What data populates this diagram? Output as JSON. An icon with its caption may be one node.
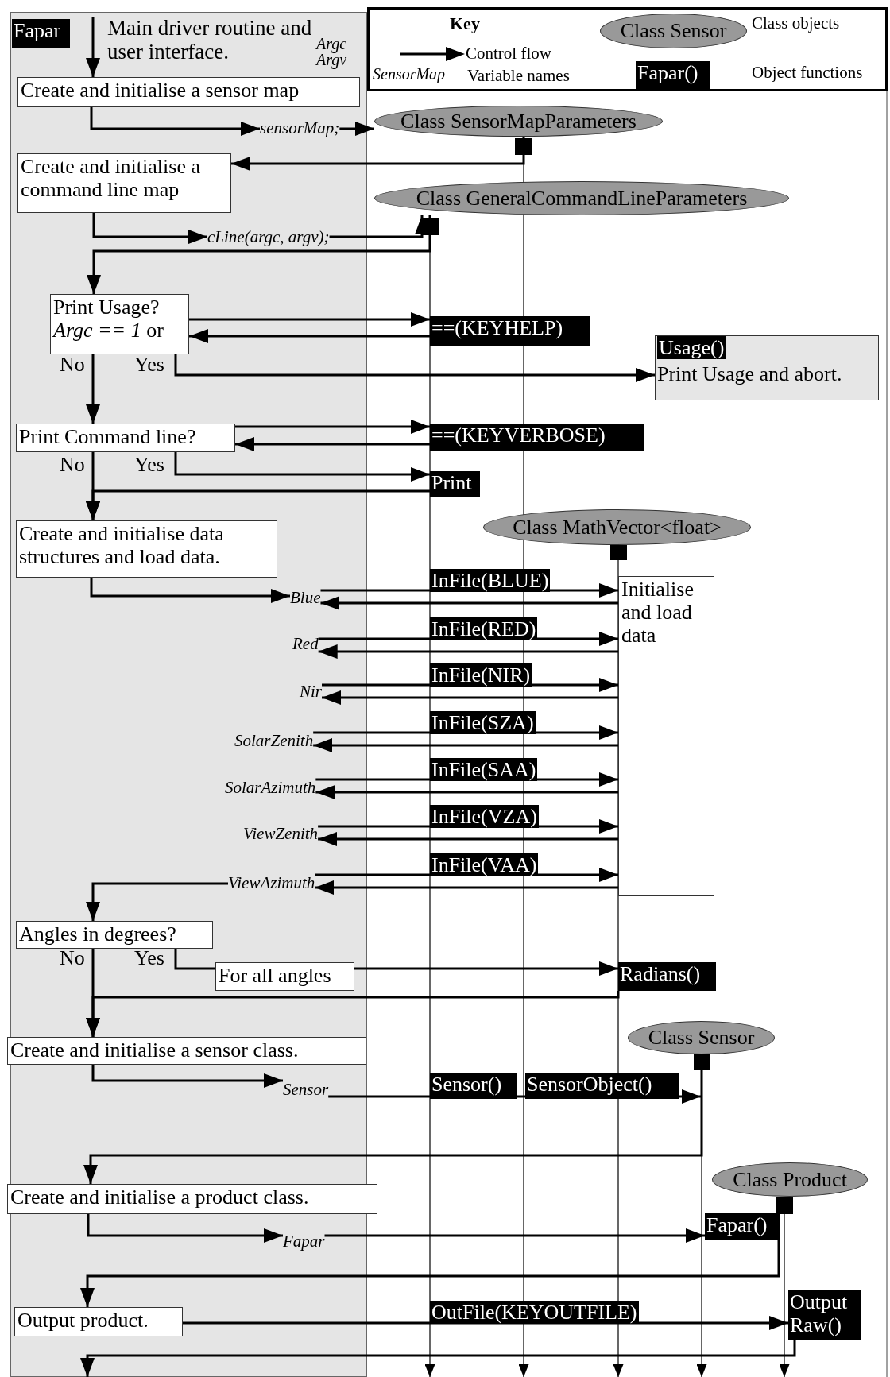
{
  "diagram": {
    "nodes": [
      {
        "text": [
          "Fapar"
        ]
      },
      {
        "text": [
          "Create and initialise a sensor map"
        ]
      },
      {
        "text": [
          "sensorMap;"
        ]
      },
      {
        "text": [
          "Class SensorMapParameters"
        ]
      },
      {
        "text": [
          "Create and initialise a command line map"
        ]
      },
      {
        "text": [
          "cLine(argc, argv);"
        ]
      },
      {
        "text": [
          "Class GeneralCommandLineParameters"
        ]
      },
      {
        "text": [
          "Print Usage?",
          "*Argc == 1* or"
        ]
      },
      {
        "text": [
          "==(KEYHELP)"
        ]
      },
      {
        "text": [
          "Usage()",
          "Print Usage and abort."
        ]
      },
      {
        "text": [
          "Print Command line?"
        ]
      },
      {
        "text": [
          "==(KEYVERBOSE)"
        ]
      },
      {
        "text": [
          "Print"
        ]
      },
      {
        "text": [
          "Create and initialise data structures and load data."
        ]
      },
      {
        "text": [
          "Class MathVector<float>"
        ]
      },
      {
        "text": [
          "Initialise and load data"
        ]
      },
      {
        "text": [
          "Blue"
        ]
      },
      {
        "text": [
          "Red"
        ]
      },
      {
        "text": [
          "Nir"
        ]
      },
      {
        "text": [
          "SolarZenith"
        ]
      },
      {
        "text": [
          "SolarAzimuth"
        ]
      },
      {
        "text": [
          "ViewZenith"
        ]
      },
      {
        "text": [
          "ViewAzimuth"
        ]
      },
      {
        "text": [
          "Angles in degrees?"
        ]
      },
      {
        "text": [
          "For all angles"
        ]
      },
      {
        "text": [
          "Radians()"
        ]
      },
      {
        "text": [
          "Create and initialise a sensor class."
        ]
      },
      {
        "text": [
          "Sensor"
        ]
      },
      {
        "text": [
          "Class Sensor"
        ]
      },
      {
        "text": [
          "Sensor()"
        ]
      },
      {
        "text": [
          "SensorObject()"
        ]
      },
      {
        "text": [
          "Create and initialise a product class."
        ]
      },
      {
        "text": [
          "Fapar"
        ]
      },
      {
        "text": [
          "Class Product"
        ]
      },
      {
        "text": [
          "Fapar()"
        ]
      },
      {
        "text": [
          "Output product."
        ]
      },
      {
        "text": [
          "Output Raw()"
        ]
      },
      {
        "text": [
          "InFile(BLUE)"
        ]
      },
      {
        "text": [
          "InFile(RED)"
        ]
      },
      {
        "text": [
          "InFile(NIR)"
        ]
      },
      {
        "text": [
          "InFile(SZA)"
        ]
      },
      {
        "text": [
          "InFile(SAA)"
        ]
      },
      {
        "text": [
          "InFile(VZA)"
        ]
      },
      {
        "text": [
          "InFile(VAA)"
        ]
      },
      {
        "text": [
          "OutFile(KEYOUTFILE)"
        ]
      },
      {
        "text": [
          "Class Sensor"
        ]
      },
      {
        "text": [
          "Fapar()"
        ]
      }
    ],
    "edges": [
      {
        "from": null,
        "to": 1,
        "arrow": "to"
      },
      {
        "from": 1,
        "to": 2,
        "arrow": "to"
      },
      {
        "from": 2,
        "to": 3,
        "arrow": "to"
      },
      {
        "from": 3,
        "to": 4,
        "arrow": "to"
      },
      {
        "from": 4,
        "to": 5,
        "arrow": "to"
      },
      {
        "from": 5,
        "to": 6,
        "arrow": "to"
      },
      {
        "from": 6,
        "to": 7,
        "arrow": "to"
      },
      {
        "from": 7,
        "to": 8,
        "arrow": "to"
      },
      {
        "from": 8,
        "to": 7,
        "arrow": "to"
      },
      {
        "from": 7,
        "to": 9,
        "arrow": "to"
      },
      {
        "from": 7,
        "to": 10,
        "arrow": "to"
      },
      {
        "from": 10,
        "to": 11,
        "arrow": "to"
      },
      {
        "from": 11,
        "to": 10,
        "arrow": "to"
      },
      {
        "from": 10,
        "to": 12,
        "arrow": "to"
      },
      {
        "from": 12,
        "to": 13,
        "arrow": "to"
      },
      {
        "from": 10,
        "to": 13,
        "arrow": "to"
      },
      {
        "from": 13,
        "to": 16,
        "arrow": "to"
      },
      {
        "from": 16,
        "to": 37,
        "arrow": "none"
      },
      {
        "from": 37,
        "to": 15,
        "arrow": "to"
      },
      {
        "from": 15,
        "to": 16,
        "arrow": "to"
      },
      {
        "from": 17,
        "to": 38,
        "arrow": "none"
      },
      {
        "from": 38,
        "to": 15,
        "arrow": "to"
      },
      {
        "from": 15,
        "to": 17,
        "arrow": "to"
      },
      {
        "from": 18,
        "to": 39,
        "arrow": "none"
      },
      {
        "from": 39,
        "to": 15,
        "arrow": "to"
      },
      {
        "from": 15,
        "to": 18,
        "arrow": "to"
      },
      {
        "from": 19,
        "to": 40,
        "arrow": "none"
      },
      {
        "from": 40,
        "to": 15,
        "arrow": "to"
      },
      {
        "from": 15,
        "to": 19,
        "arrow": "to"
      },
      {
        "from": 20,
        "to": 41,
        "arrow": "none"
      },
      {
        "from": 41,
        "to": 15,
        "arrow": "to"
      },
      {
        "from": 15,
        "to": 20,
        "arrow": "to"
      },
      {
        "from": 21,
        "to": 42,
        "arrow": "none"
      },
      {
        "from": 42,
        "to": 15,
        "arrow": "to"
      },
      {
        "from": 15,
        "to": 21,
        "arrow": "to"
      },
      {
        "from": 22,
        "to": 43,
        "arrow": "none"
      },
      {
        "from": 43,
        "to": 15,
        "arrow": "to"
      },
      {
        "from": 15,
        "to": 22,
        "arrow": "to"
      },
      {
        "from": 22,
        "to": 23,
        "arrow": "to"
      },
      {
        "from": 23,
        "to": 24,
        "arrow": "none"
      },
      {
        "from": 24,
        "to": 25,
        "arrow": "to"
      },
      {
        "from": 25,
        "to": 26,
        "arrow": "to"
      },
      {
        "from": 23,
        "to": 26,
        "arrow": "to"
      },
      {
        "from": 26,
        "to": 27,
        "arrow": "to"
      },
      {
        "from": 27,
        "to": 29,
        "arrow": "none"
      },
      {
        "from": 29,
        "to": 30,
        "arrow": "none"
      },
      {
        "from": 30,
        "to": null,
        "arrow": "to"
      },
      {
        "from": 28,
        "to": 31,
        "arrow": "to"
      },
      {
        "from": 31,
        "to": 32,
        "arrow": "to"
      },
      {
        "from": 32,
        "to": 34,
        "arrow": "to"
      },
      {
        "from": 34,
        "to": 35,
        "arrow": "to"
      },
      {
        "from": 35,
        "to": 44,
        "arrow": "none"
      },
      {
        "from": 44,
        "to": 36,
        "arrow": "to"
      },
      {
        "from": 36,
        "to": null,
        "arrow": "to"
      },
      {
        "from": 6,
        "to": null,
        "arrow": "to"
      },
      {
        "from": 3,
        "to": null,
        "arrow": "to"
      },
      {
        "from": 14,
        "to": null,
        "arrow": "to"
      },
      {
        "from": 28,
        "to": null,
        "arrow": "to"
      },
      {
        "from": 33,
        "to": null,
        "arrow": "to"
      }
    ],
    "labels": [
      "Main driver routine and user interface.",
      "Argc",
      "Argv",
      "Key",
      "SensorMap",
      "No",
      "Yes",
      "No",
      "Yes",
      "No",
      "Yes"
    ],
    "legend": [
      {
        "text": "Class objects"
      },
      {
        "text": "Control flow"
      },
      {
        "text": "Variable names"
      },
      {
        "text": "Object functions"
      }
    ]
  }
}
